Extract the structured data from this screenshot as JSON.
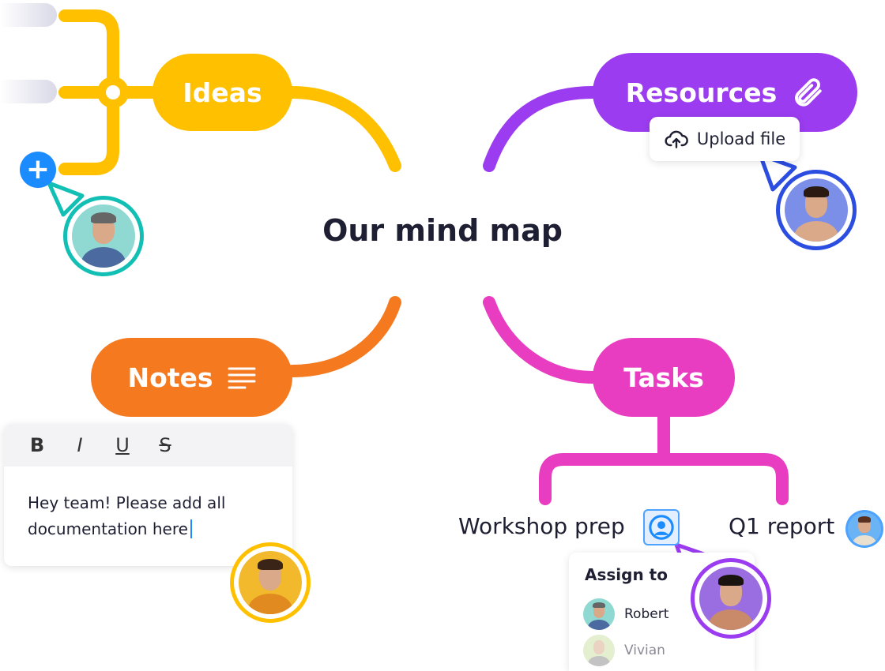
{
  "title": "Our mind map",
  "colors": {
    "ideas": "#FFC000",
    "resources": "#9B3CF0",
    "notes": "#F57A1F",
    "tasks": "#E83DC1",
    "plus": "#1A8CFF"
  },
  "ideas": {
    "label": "Ideas",
    "add_icon": "plus-icon"
  },
  "resources": {
    "label": "Resources",
    "icon": "paperclip-icon",
    "upload_label": "Upload file",
    "upload_icon": "cloud-upload-icon"
  },
  "notes": {
    "label": "Notes",
    "icon": "lines-icon",
    "toolbar": [
      "B",
      "I",
      "U",
      "S"
    ],
    "text_line1": "Hey team! Please add all",
    "text_line2": "documentation here"
  },
  "tasks": {
    "label": "Tasks",
    "items": [
      "Workshop prep",
      "Q1 report"
    ],
    "assign": {
      "title": "Assign to",
      "people": [
        "Robert",
        "Vivian"
      ]
    }
  }
}
